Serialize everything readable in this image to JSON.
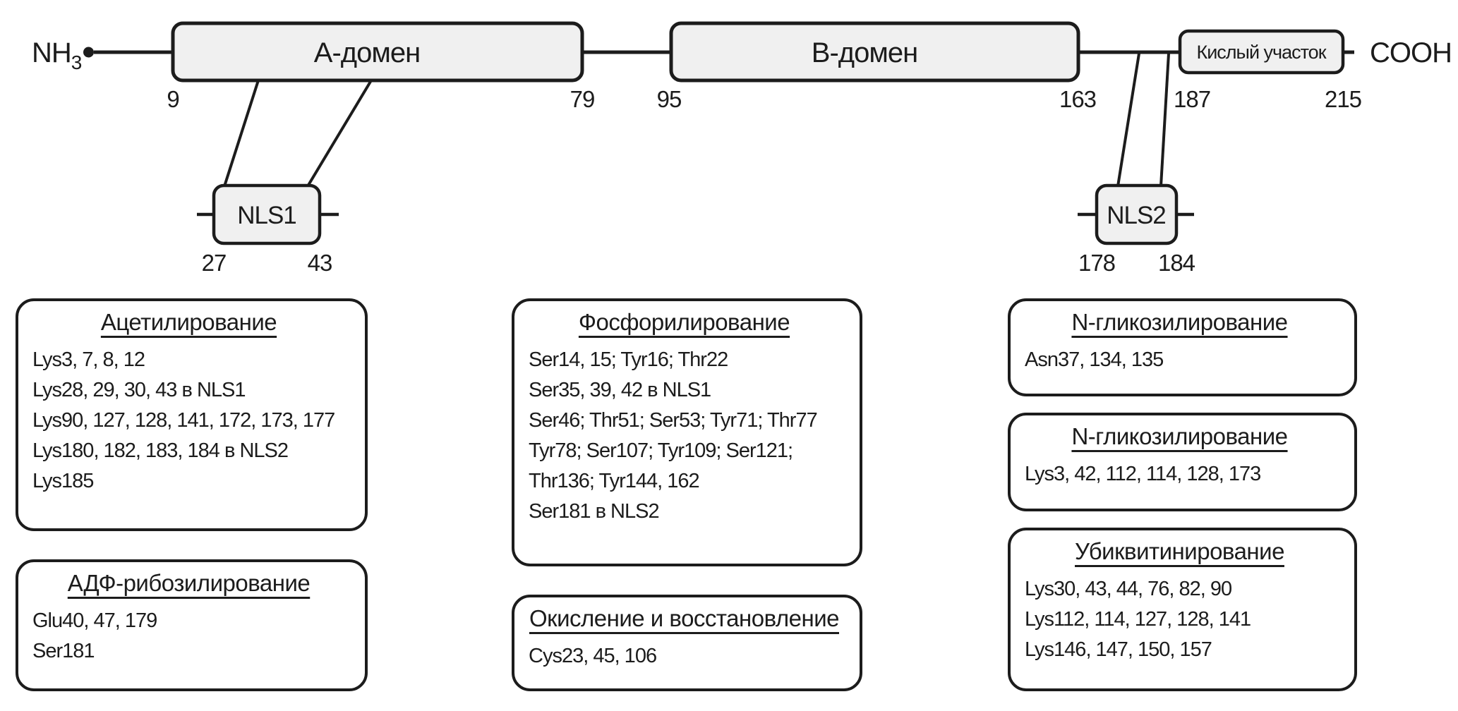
{
  "diagram": {
    "n_terminus": {
      "label": "NH",
      "subscript": "3"
    },
    "c_terminus": "COOH",
    "domains": [
      {
        "label": "А-домен",
        "start": "9",
        "end": "79"
      },
      {
        "label": "В-домен",
        "start": "95",
        "end": "163"
      },
      {
        "label": "Кислый участок",
        "start": "187",
        "end": "215"
      }
    ],
    "nls1": {
      "label": "NLS1",
      "start": "27",
      "end": "43"
    },
    "nls2": {
      "label": "NLS2",
      "start": "178",
      "end": "184"
    }
  },
  "modification_boxes": [
    {
      "title": "Ацетилирование",
      "lines": [
        "Lys3, 7, 8, 12",
        "Lys28, 29, 30, 43 в NLS1",
        "Lys90, 127, 128, 141, 172, 173, 177",
        "Lys180, 182, 183, 184 в NLS2",
        "Lys185"
      ]
    },
    {
      "title": "АДФ-рибозилирование",
      "lines": [
        "Glu40, 47, 179",
        "Ser181"
      ]
    },
    {
      "title": "Фосфорилирование",
      "lines": [
        "Ser14, 15; Tyr16; Thr22",
        "Ser35, 39, 42 в NLS1",
        "Ser46; Thr51; Ser53; Tyr71; Thr77",
        "Tyr78; Ser107; Tyr109; Ser121;",
        "Thr136; Tyr144, 162",
        "Ser181 в NLS2"
      ]
    },
    {
      "title": "Окисление и восстановление",
      "lines": [
        "Cys23, 45, 106"
      ]
    },
    {
      "title": "N-гликозилирование",
      "lines": [
        "Asn37, 134, 135"
      ]
    },
    {
      "title": "N-гликозилирование",
      "lines": [
        "Lys3, 42, 112, 114, 128, 173"
      ]
    },
    {
      "title": "Убиквитинирование",
      "lines": [
        "Lys30, 43, 44, 76, 82, 90",
        "Lys112, 114, 127, 128, 141",
        "Lys146, 147, 150, 157"
      ]
    }
  ],
  "colors": {
    "stroke": "#1c1c1c",
    "domain_fill": "#f0f0f0",
    "background": "#ffffff"
  }
}
